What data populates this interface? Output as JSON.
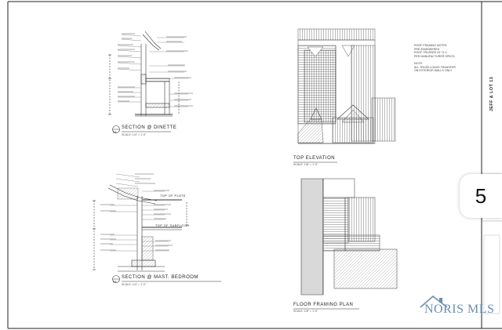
{
  "sheet": {
    "page_number": "5",
    "title_block": "JEFF & LOT 13"
  },
  "drawings": {
    "section_dinette": {
      "number": "S5",
      "title": "SECTION @ DINETTE",
      "scale": "SCALE: 1/4\" = 1'-0\""
    },
    "section_bedroom": {
      "number": "S5",
      "title": "SECTION @ MAST. BEDROOM",
      "scale": "SCALE: 1/4\" = 1'-0\""
    },
    "top_elevation": {
      "title": "TOP ELEVATION",
      "scale": "SCALE: 1/8\" = 1'-0\""
    },
    "floor_framing": {
      "title": "FLOOR FRAMING PLAN",
      "scale": "SCALE: 1/8\" = 1'-0\""
    }
  },
  "labels": {
    "top_of_plate": "TOP OF PLATE",
    "top_of_subfloor": "TOP OF SUBFLOOR"
  },
  "roof_notes": [
    "ROOF FRAMING NOTES:",
    "PRE-ENGINEERED",
    "ROOF TRUSSES 24\" O.C.",
    "PER MANUFACTURER SPECS.",
    "",
    "NOTE:",
    "ALL TRUSS LOADS TRANSFER",
    "ON EXTERIOR WALLS ONLY"
  ],
  "watermark": {
    "text": "NORIS MLS"
  }
}
